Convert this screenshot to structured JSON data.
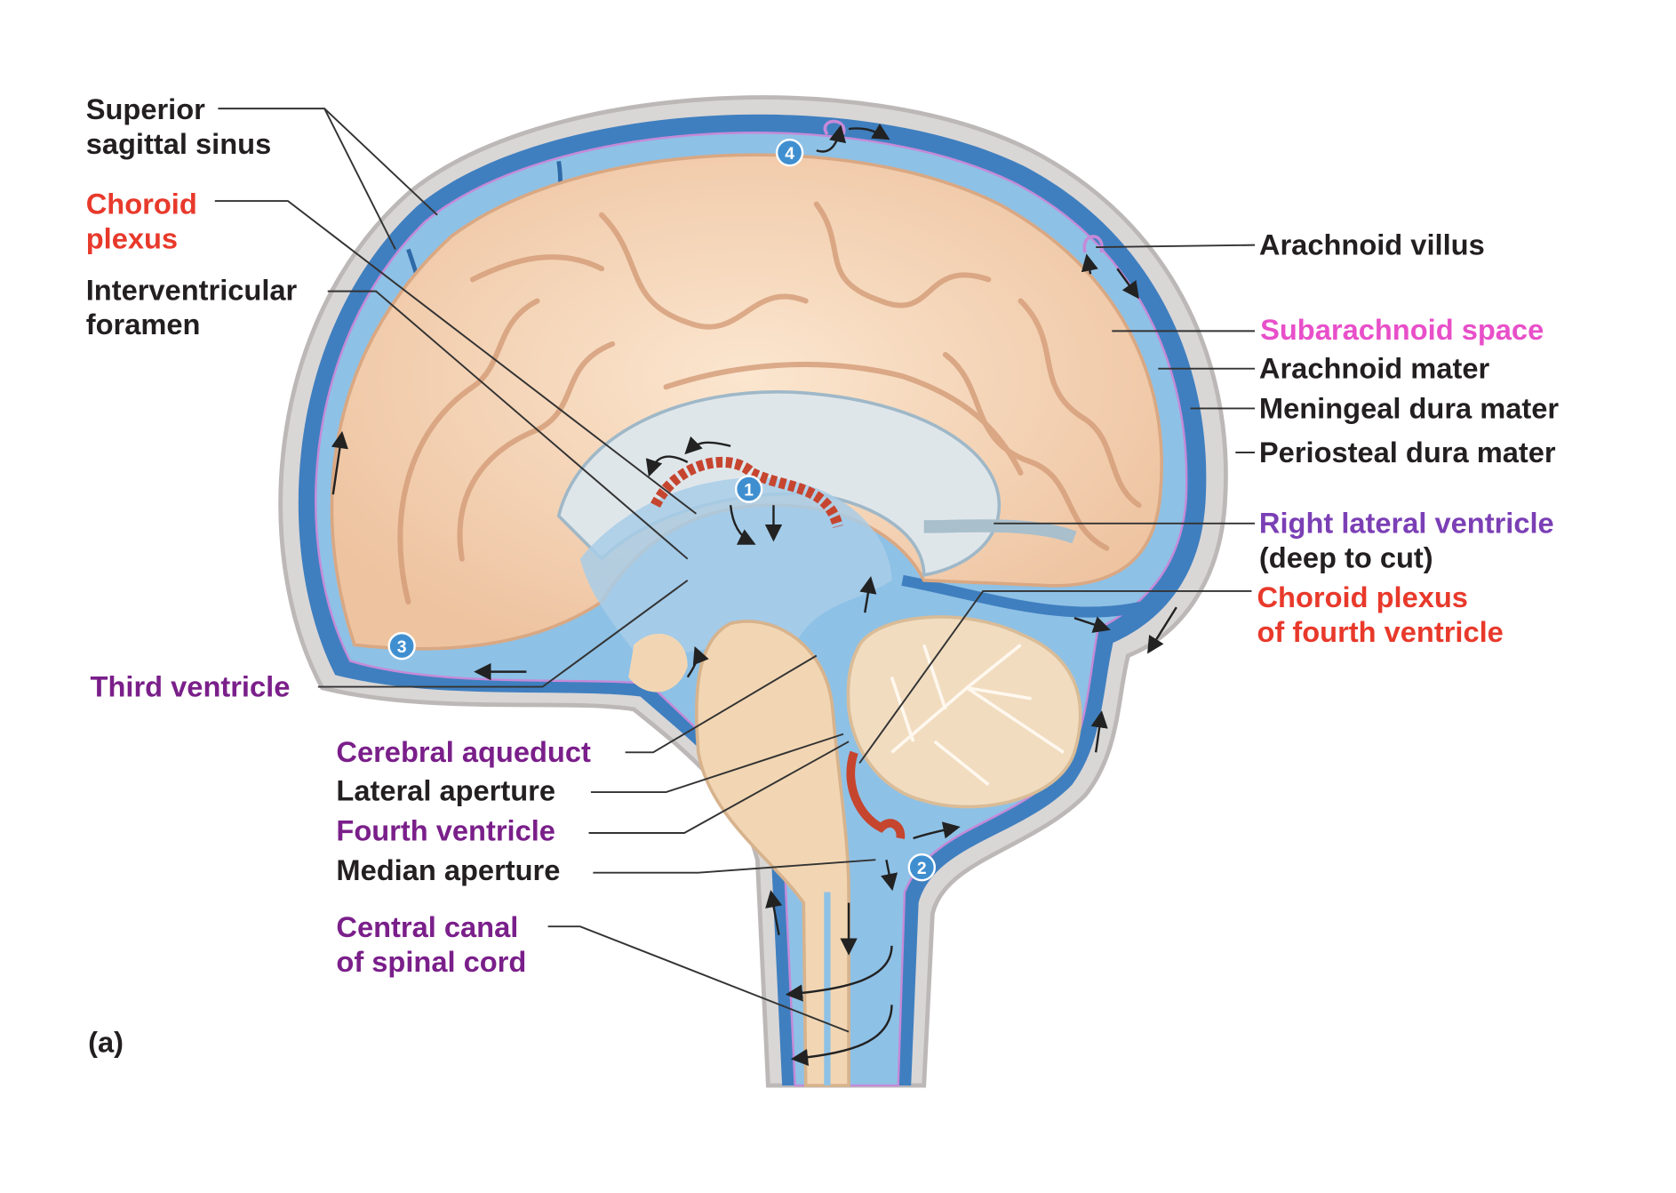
{
  "figure_label": "(a)",
  "labels": {
    "superior_sagittal_sinus": [
      "Superior",
      "sagittal sinus"
    ],
    "choroid_plexus": [
      "Choroid",
      "plexus"
    ],
    "interventricular_foramen": [
      "Interventricular",
      "foramen"
    ],
    "third_ventricle": "Third ventricle",
    "cerebral_aqueduct": "Cerebral aqueduct",
    "lateral_aperture": "Lateral aperture",
    "fourth_ventricle": "Fourth ventricle",
    "median_aperture": "Median aperture",
    "central_canal": [
      "Central canal",
      "of spinal cord"
    ],
    "arachnoid_villus": "Arachnoid villus",
    "subarachnoid_space": "Subarachnoid space",
    "arachnoid_mater": "Arachnoid mater",
    "meningeal_dura_mater": "Meningeal dura mater",
    "periosteal_dura_mater": "Periosteal dura mater",
    "right_lateral_ventricle": [
      "Right lateral ventricle",
      "(deep to cut)"
    ],
    "choroid_plexus_fourth": [
      "Choroid plexus",
      "of fourth ventricle"
    ]
  },
  "step_markers": [
    "1",
    "2",
    "3",
    "4"
  ],
  "colors": {
    "label_black": "#231f20",
    "label_red": "#e8392b",
    "label_magenta": "#e84fc9",
    "label_purple": "#7a1f8a",
    "label_violet": "#7b3fb5",
    "csf_blue": "#4f8fc7",
    "brain_beige": "#f3d7b8"
  }
}
